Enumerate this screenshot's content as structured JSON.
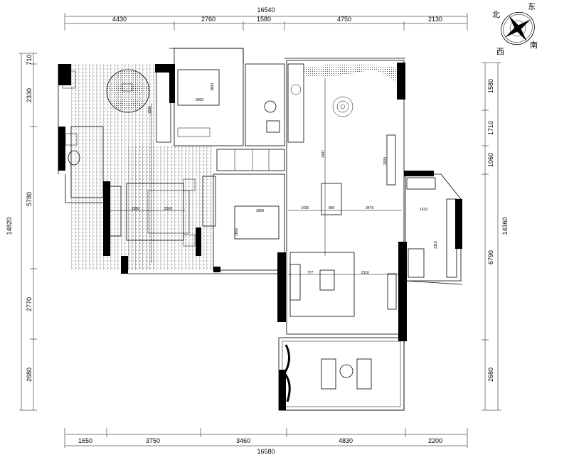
{
  "title": "Apartment floor plan",
  "top_dimensions": {
    "total": "16540",
    "segments": [
      "4430",
      "2760",
      "1580",
      "4750",
      "2130"
    ]
  },
  "bottom_dimensions": {
    "total": "16580",
    "segments": [
      "1650",
      "3750",
      "3460",
      "4830",
      "2200"
    ]
  },
  "left_dimensions": {
    "total": "14820",
    "segments": [
      "710",
      "2330",
      "5780",
      "2770",
      "2680"
    ]
  },
  "right_dimensions": {
    "total": "14360",
    "segments": [
      "1580",
      "1710",
      "1060",
      "6790",
      "2680"
    ]
  },
  "compass": {
    "north": "北",
    "east": "东",
    "south": "南",
    "west": "西"
  },
  "room_dimensions": {
    "master_bed_width": "1850",
    "master_bed_length": "2500",
    "master_bay": "1800",
    "bedroom2_bed": "3000",
    "bedroom2_depth": "1800",
    "bedroom3_bed": "3000",
    "bedroom3_depth": "1850",
    "dining_left": "1435",
    "dining_right": "3479",
    "dining_table": "800",
    "hall_length": "3447",
    "tv_wall": "2000",
    "living_left": "777",
    "living_right": "2116",
    "kitchen_width": "1610",
    "kitchen_depth": "3118"
  }
}
